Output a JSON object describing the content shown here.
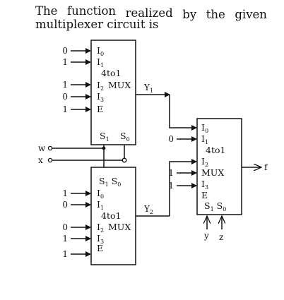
{
  "question": {
    "line1_words": [
      "The",
      "function",
      "realized",
      "by",
      "the",
      "given"
    ],
    "line2": "multiplexer circuit is"
  },
  "mux_top": {
    "inputs": [
      {
        "value": "0",
        "label": "I",
        "sub": "0"
      },
      {
        "value": "1",
        "label": "I",
        "sub": "1"
      },
      {
        "value": "1",
        "label": "I",
        "sub": "2"
      },
      {
        "value": "0",
        "label": "I",
        "sub": "3"
      },
      {
        "value": "1",
        "label": "E",
        "sub": ""
      }
    ],
    "type_line1": "4to1",
    "type_line2": "MUX",
    "output_label": "Y",
    "output_sub": "1",
    "select_label_1": "S",
    "select_sub_1": "1",
    "select_label_0": "S",
    "select_sub_0": "0"
  },
  "mux_bottom": {
    "select_header": "S",
    "select_header_sub_1": "1",
    "select_header_2": "S",
    "select_header_sub_0": "0",
    "inputs": [
      {
        "value": "1",
        "label": "I",
        "sub": "0"
      },
      {
        "value": "0",
        "label": "I",
        "sub": "1"
      },
      {
        "value": "0",
        "label": "I",
        "sub": "2"
      },
      {
        "value": "1",
        "label": "I",
        "sub": "3"
      },
      {
        "value": "1",
        "label": "E",
        "sub": ""
      }
    ],
    "type_line1": "4to1",
    "type_line2": "MUX",
    "output_label": "Y",
    "output_sub": "2"
  },
  "mux_final": {
    "inputs": [
      {
        "value": "",
        "label": "I",
        "sub": "0"
      },
      {
        "value": "0",
        "label": "I",
        "sub": "1"
      },
      {
        "value": "",
        "label": "I",
        "sub": "2"
      },
      {
        "value": "1",
        "label": "I",
        "sub": "3"
      },
      {
        "value": "1",
        "label": "E",
        "sub": ""
      }
    ],
    "type_line1": "4to1",
    "type_line2": "MUX",
    "select_label_1": "S",
    "select_sub_1": "1",
    "select_label_0": "S",
    "select_sub_0": "0",
    "output_label": "f",
    "select_input_1": "y",
    "select_input_0": "z"
  },
  "signals": {
    "w": "w",
    "x": "x"
  }
}
